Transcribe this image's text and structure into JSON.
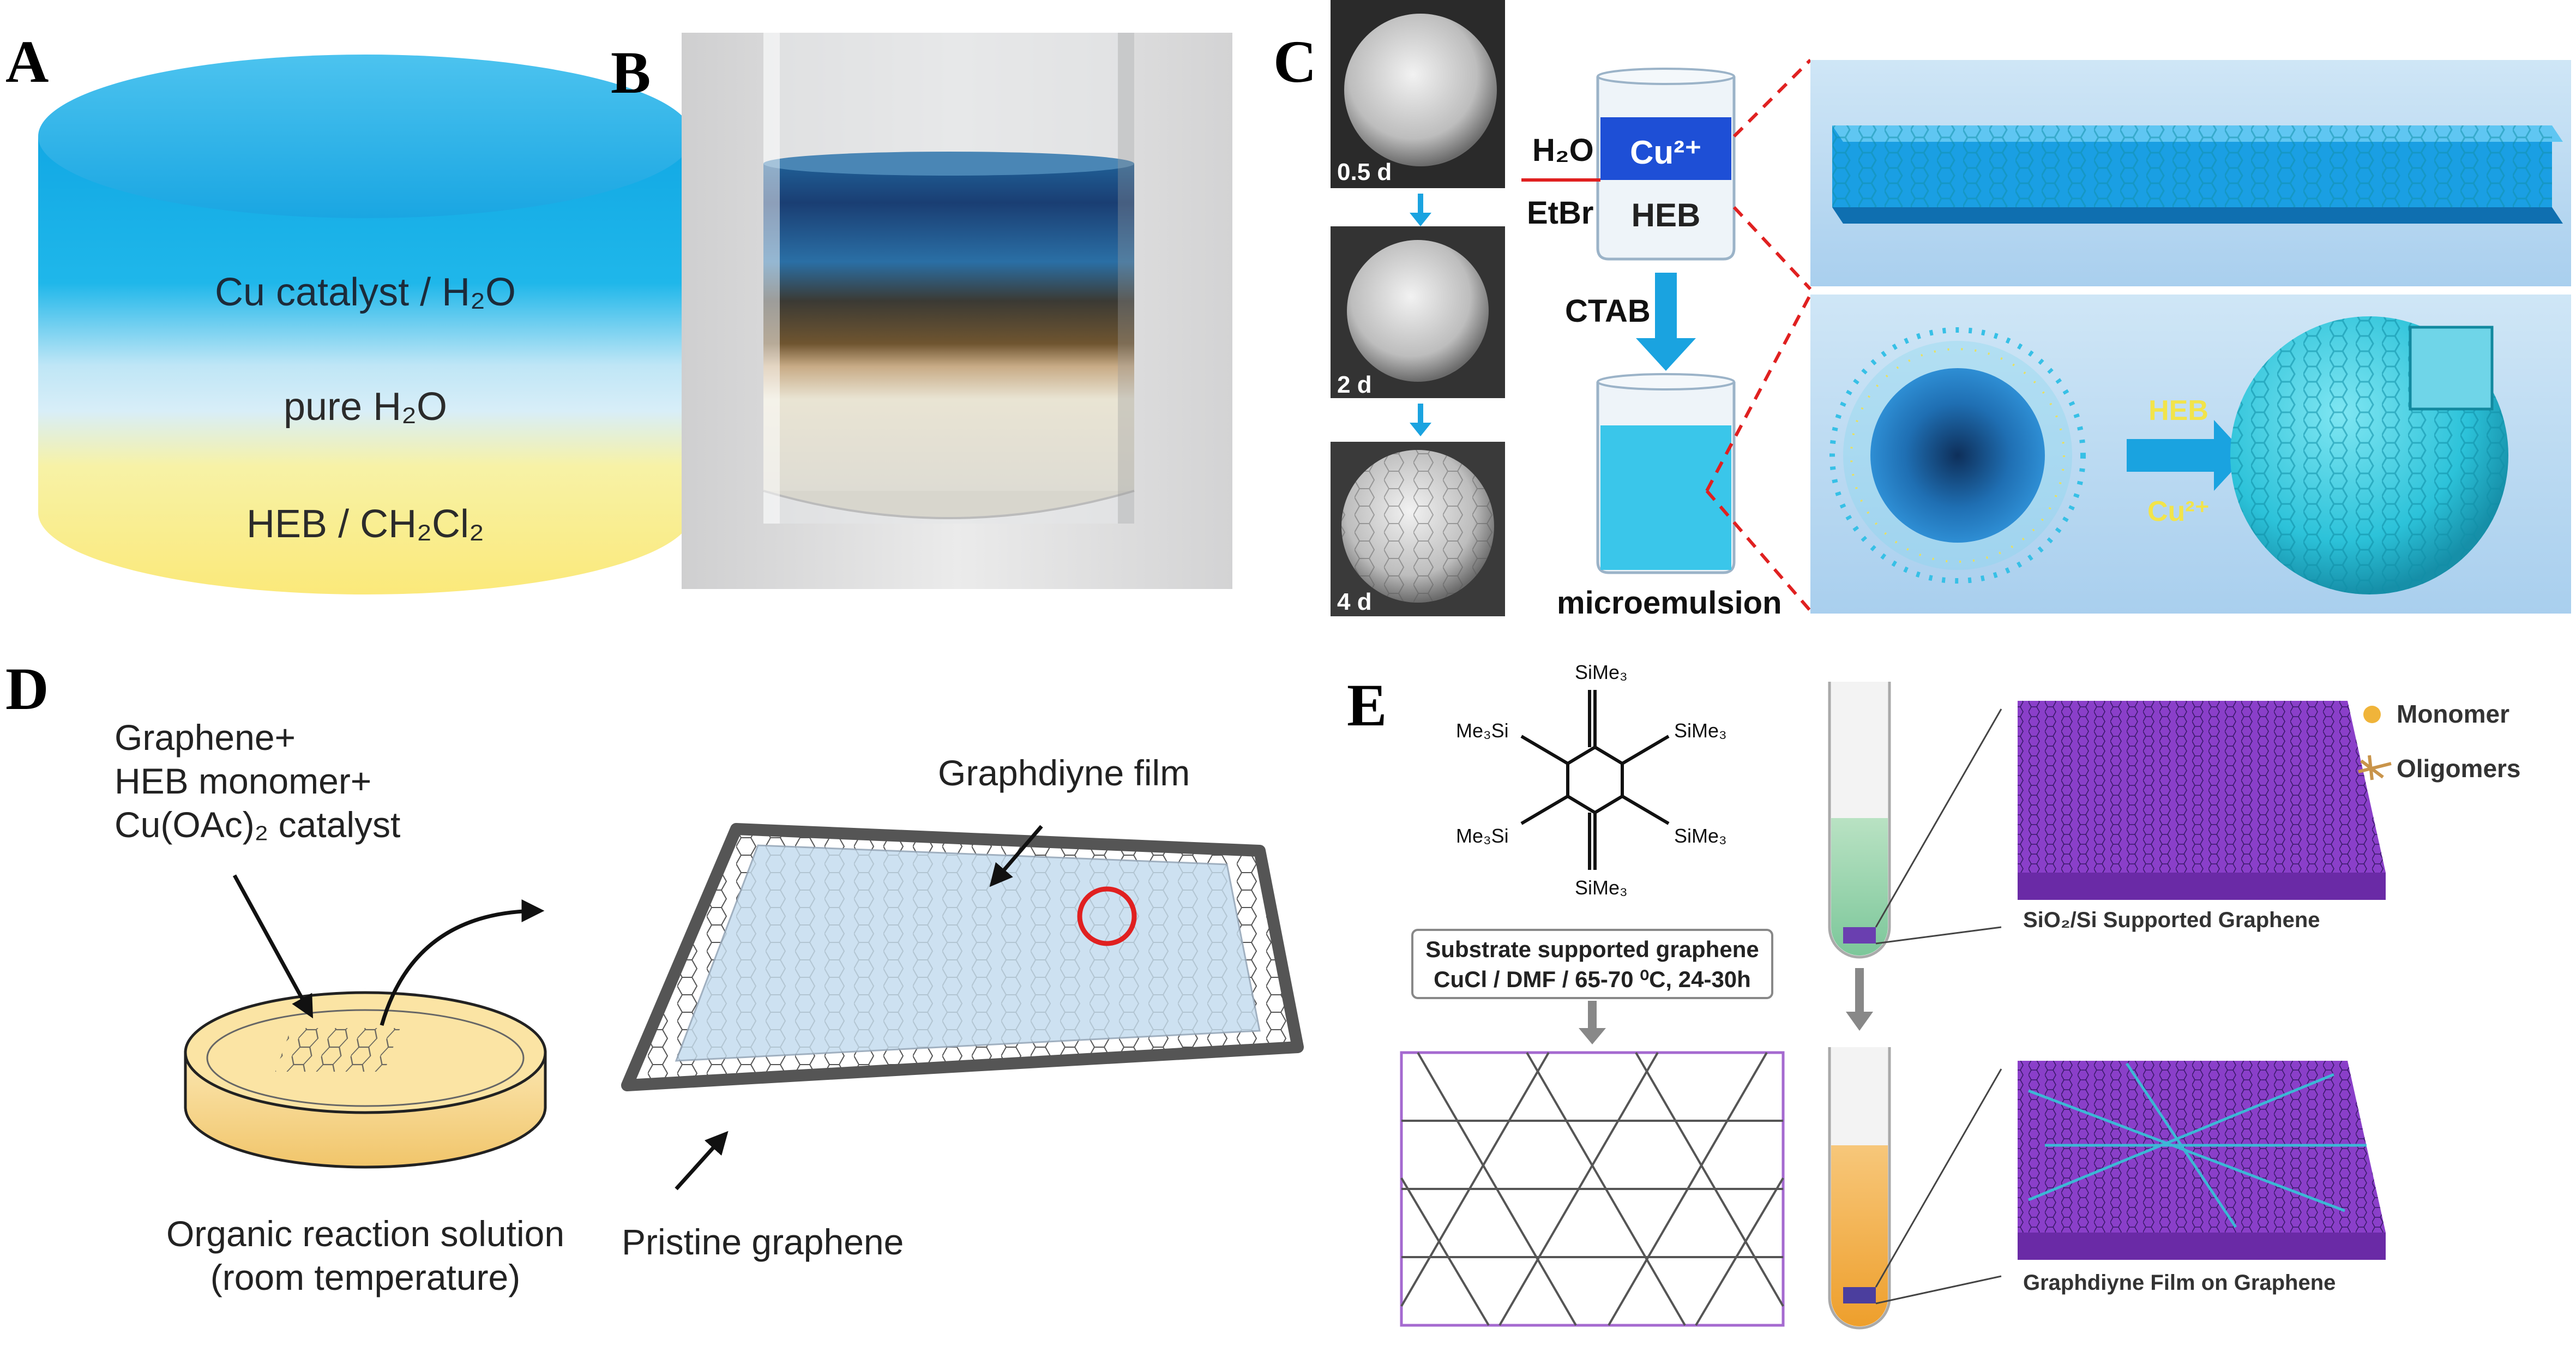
{
  "panels": {
    "A": {
      "letter": "A",
      "layer_top": "Cu catalyst / H₂O",
      "layer_mid": "pure H₂O",
      "layer_bottom": "HEB / CH₂Cl₂"
    },
    "B": {
      "letter": "B"
    },
    "C": {
      "letter": "C",
      "sem_labels": [
        "0.5 d",
        "2 d",
        "4 d"
      ],
      "h2o": "H₂O",
      "etbr": "EtBr",
      "cu": "Cu²⁺",
      "heb": "HEB",
      "ctab": "CTAB",
      "microemulsion": "microemulsion",
      "arrow_heb": "HEB",
      "arrow_cu": "Cu²⁺"
    },
    "D": {
      "letter": "D",
      "reagent_1": "Graphene+",
      "reagent_2": "HEB monomer+",
      "reagent_3": "Cu(OAc)₂ catalyst",
      "film_label": "Graphdiyne film",
      "solution_1": "Organic reaction solution",
      "solution_2": "(room temperature)",
      "graphene_label": "Pristine graphene"
    },
    "E": {
      "letter": "E",
      "sime3_top": "SiMe₃",
      "me3si_left_top": "Me₃Si",
      "sime3_right_top": "SiMe₃",
      "me3si_left_bottom": "Me₃Si",
      "sime3_right_bottom": "SiMe₃",
      "sime3_bottom": "SiMe₃",
      "box_line1": "Substrate supported graphene",
      "box_line2": "CuCl / DMF / 65-70 ⁰C, 24-30h",
      "legend_monomer": "Monomer",
      "legend_oligomers": "Oligomers",
      "substrate_label": "SiO₂/Si Supported Graphene",
      "film_label": "Graphdiyne Film on Graphene"
    }
  },
  "colors": {
    "cu_blue": "#1f8fd6",
    "cyan": "#39c6de",
    "purple": "#8a3fc9",
    "orange": "#f0a83a",
    "red": "#e02020",
    "gray": "#6b6b6b"
  }
}
